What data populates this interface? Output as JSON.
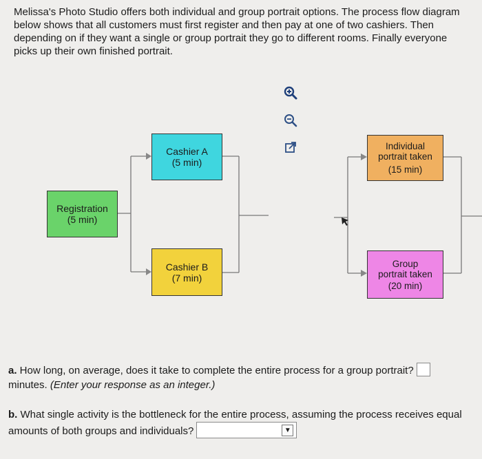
{
  "intro": "Melissa's Photo Studio offers both individual and group portrait options. The process flow diagram below shows that all customers must first register and then pay at one of two cashiers. Then depending on if they want a single or group portrait they go to different rooms. Finally everyone picks up their own finished portrait.",
  "diagram": {
    "registration": {
      "name": "Registration",
      "time": "(5 min)"
    },
    "cashier_a": {
      "name": "Cashier A",
      "time": "(5 min)"
    },
    "cashier_b": {
      "name": "Cashier B",
      "time": "(7 min)"
    },
    "individual": {
      "line1": "Individual",
      "line2": "portrait taken",
      "time": "(15 min)"
    },
    "group": {
      "line1": "Group",
      "line2": "portrait taken",
      "time": "(20 min)"
    }
  },
  "toolbar": {
    "icons": [
      "zoom-in-icon",
      "zoom-out-icon",
      "open-external-icon"
    ]
  },
  "questions": {
    "a": {
      "label": "a.",
      "text": " How long, on average, does it take to complete the entire process for a group portrait?",
      "note_prefix": "minutes. ",
      "note": "(Enter your response as an integer.)"
    },
    "b": {
      "label": "b.",
      "text": " What single activity is the bottleneck for the entire process, assuming the process receives equal amounts of both groups and individuals?"
    }
  }
}
